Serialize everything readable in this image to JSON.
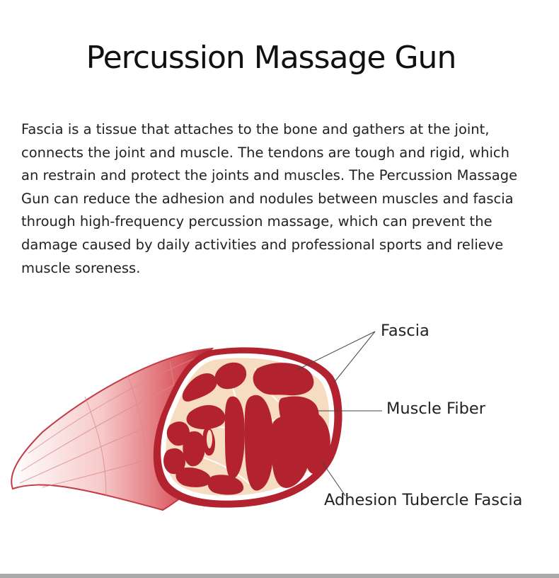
{
  "page": {
    "title": "Percussion Massage Gun",
    "body": "Fascia is a tissue that attaches to the bone and gathers at the joint, connects the joint and muscle. The tendons are tough and rigid, which an restrain and protect the joints and muscles. The Percussion Massage Gun can reduce the adhesion and nodules between muscles and fascia through high-frequency percussion massage, which can prevent the damage caused by daily activities and professional sports and relieve muscle soreness."
  },
  "diagram": {
    "labels": {
      "fascia": "Fascia",
      "muscle_fiber": "Muscle Fiber",
      "adhesion": "Adhesion Tubercle Fascia"
    }
  },
  "colors": {
    "muscle_red": "#b3232f",
    "fascia_cream": "#f6dcc0",
    "muscle_pink": "#f2b7b7"
  }
}
